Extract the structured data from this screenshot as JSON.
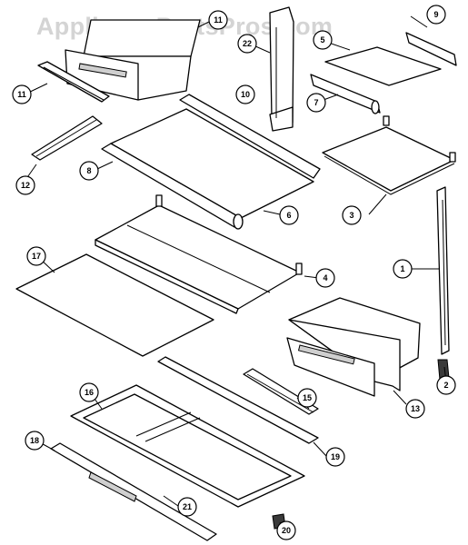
{
  "watermark": "AppliancePartsPros.com",
  "callouts": {
    "c1": "1",
    "c2": "2",
    "c3": "3",
    "c4": "4",
    "c5": "5",
    "c6": "6",
    "c7": "7",
    "c8": "8",
    "c9": "9",
    "c10": "10",
    "c11a": "11",
    "c11b": "11",
    "c12": "12",
    "c13": "13",
    "c15": "15",
    "c16": "16",
    "c17": "17",
    "c18": "18",
    "c19": "19",
    "c20": "20",
    "c21": "21",
    "c22": "22"
  }
}
